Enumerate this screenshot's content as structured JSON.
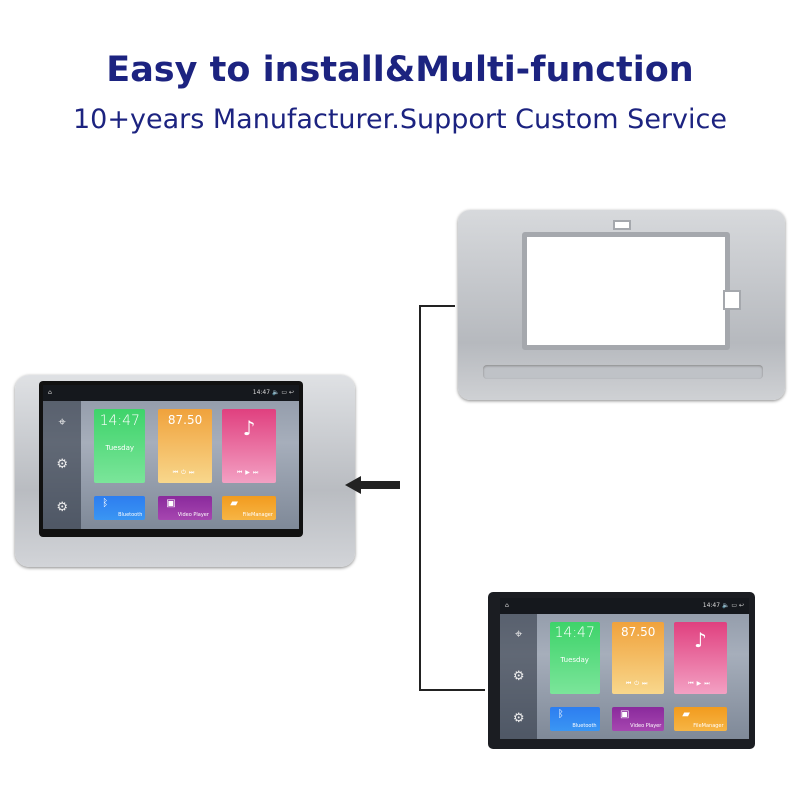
{
  "header": {
    "title": "Easy to install&Multi-function",
    "subtitle": "10+years Manufacturer.Support Custom Service"
  },
  "screen": {
    "status_time": "14:47",
    "clock": "14:47",
    "day": "Tuesday",
    "radio_freq": "87.50",
    "tiles": [
      {
        "label": "Bluetooth",
        "icon": "bluetooth-icon"
      },
      {
        "label": "Video Player",
        "icon": "video-icon"
      },
      {
        "label": "FileManager",
        "icon": "folder-icon"
      }
    ],
    "side_icons": [
      "location-icon",
      "equalizer-icon",
      "gear-icon"
    ]
  },
  "colors": {
    "title": "#1c2380",
    "clock_tile": "#3ed36a",
    "radio_tile": "#f0a23c",
    "music_tile": "#e0407f",
    "bluetooth_tile": "#2d7df0",
    "video_tile": "#8a2a9c",
    "file_tile": "#f29b1e"
  }
}
